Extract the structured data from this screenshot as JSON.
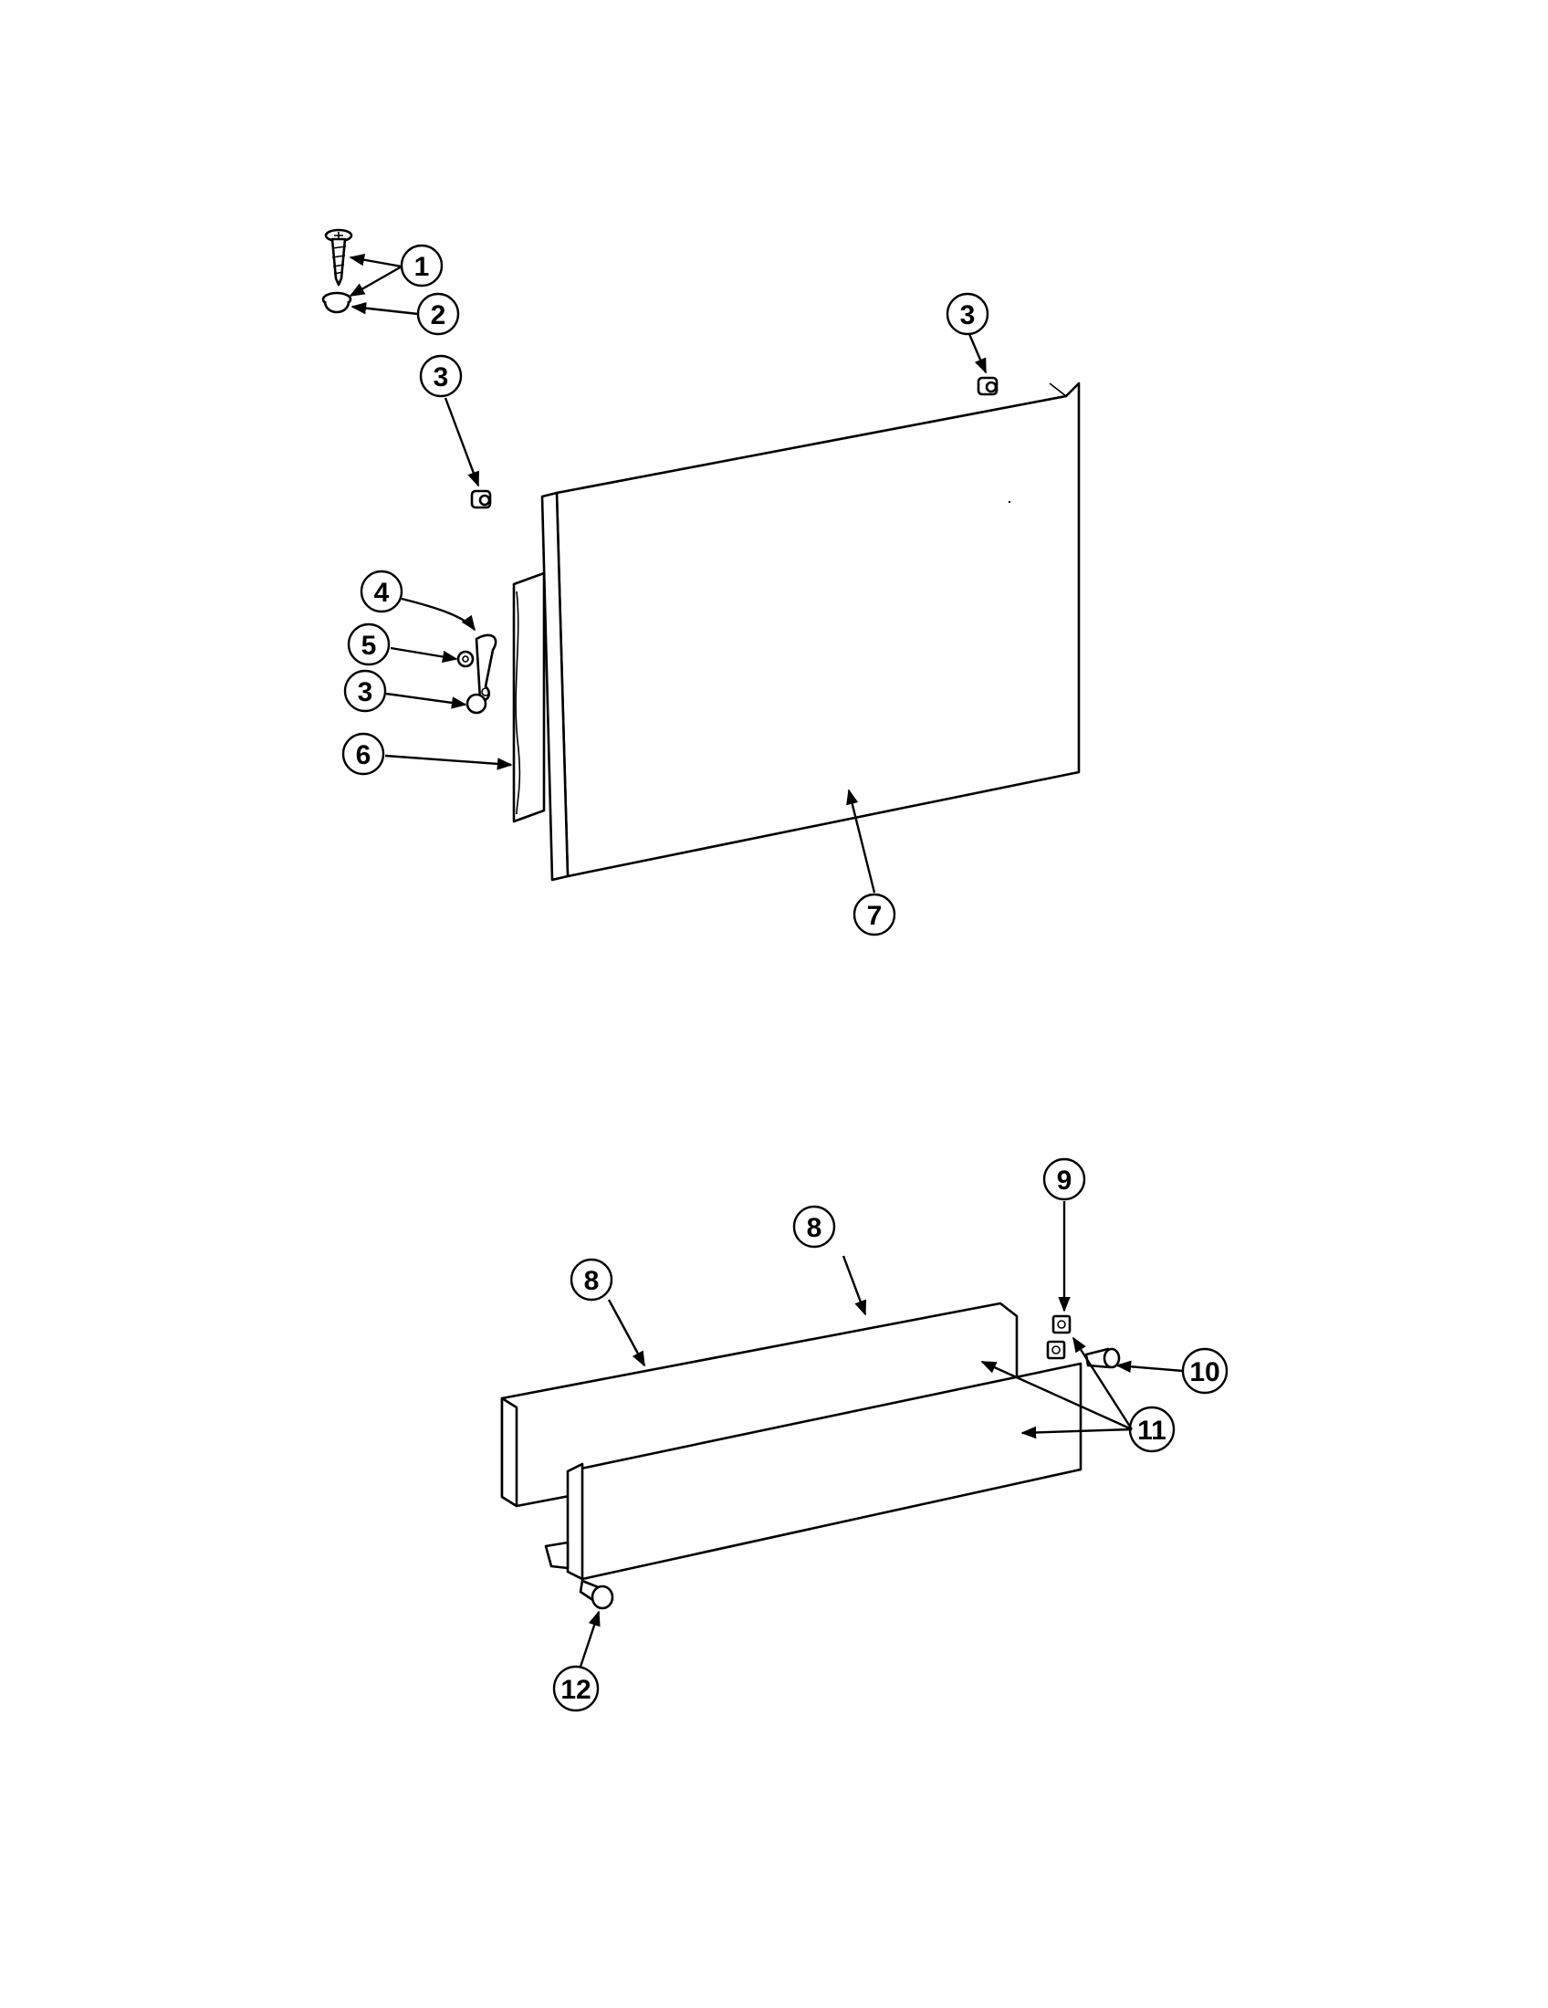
{
  "callouts": [
    {
      "id": "c1",
      "label": "1"
    },
    {
      "id": "c2",
      "label": "2"
    },
    {
      "id": "c3a",
      "label": "3"
    },
    {
      "id": "c3b",
      "label": "3"
    },
    {
      "id": "c4",
      "label": "4"
    },
    {
      "id": "c5",
      "label": "5"
    },
    {
      "id": "c3c",
      "label": "3"
    },
    {
      "id": "c6",
      "label": "6"
    },
    {
      "id": "c7",
      "label": "7"
    },
    {
      "id": "c9",
      "label": "9"
    },
    {
      "id": "c8a",
      "label": "8"
    },
    {
      "id": "c8b",
      "label": "8"
    },
    {
      "id": "c10",
      "label": "10"
    },
    {
      "id": "c11",
      "label": "11"
    },
    {
      "id": "c12",
      "label": "12"
    }
  ]
}
